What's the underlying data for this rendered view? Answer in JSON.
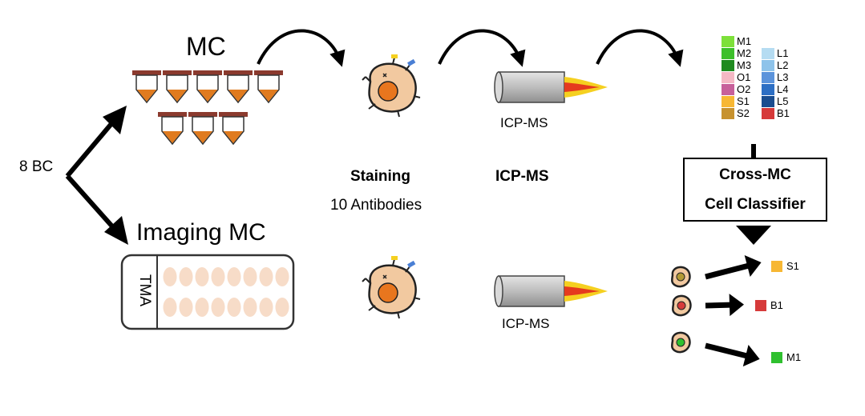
{
  "labels": {
    "mc": "MC",
    "imaging_mc": "Imaging MC",
    "bc": "8 BC",
    "tma": "TMA",
    "staining": "Staining",
    "antibodies": "10 Antibodies",
    "icpms_step": "ICP-MS",
    "icpms_top": "ICP-MS",
    "icpms_bottom": "ICP-MS",
    "classifier_line1": "Cross-MC",
    "classifier_line2": "Cell Classifier"
  },
  "legend": {
    "left": [
      {
        "label": "M1",
        "color": "#7de03a"
      },
      {
        "label": "M2",
        "color": "#3cbf2a"
      },
      {
        "label": "M3",
        "color": "#1f8a1f"
      },
      {
        "label": "O1",
        "color": "#f4b8c4"
      },
      {
        "label": "O2",
        "color": "#c7609a"
      },
      {
        "label": "S1",
        "color": "#f7b733"
      },
      {
        "label": "S2",
        "color": "#c7922e"
      }
    ],
    "right": [
      {
        "label": "L1",
        "color": "#b5dcf2"
      },
      {
        "label": "L2",
        "color": "#8ec3ea"
      },
      {
        "label": "L3",
        "color": "#5b93db"
      },
      {
        "label": "L4",
        "color": "#2d6fc4"
      },
      {
        "label": "L5",
        "color": "#1a4d8f"
      },
      {
        "label": "B1",
        "color": "#d63a3a"
      }
    ]
  },
  "results": [
    {
      "label": "S1",
      "color": "#f7b733",
      "cell": "cell-olive"
    },
    {
      "label": "B1",
      "color": "#d63a3a",
      "cell": "cell-red"
    },
    {
      "label": "M1",
      "color": "#2fc02f",
      "cell": "cell-green"
    }
  ],
  "colors": {
    "tube_cap": "#8b3a2e",
    "tube_fill": "#e07b1f",
    "cell_body": "#f2c9a0",
    "nucleus": "#e8761e",
    "well": "#f7dcc8",
    "flame_outer": "#f5d020",
    "flame_inner": "#e53a1e",
    "cylinder": "#bfbfbf"
  }
}
